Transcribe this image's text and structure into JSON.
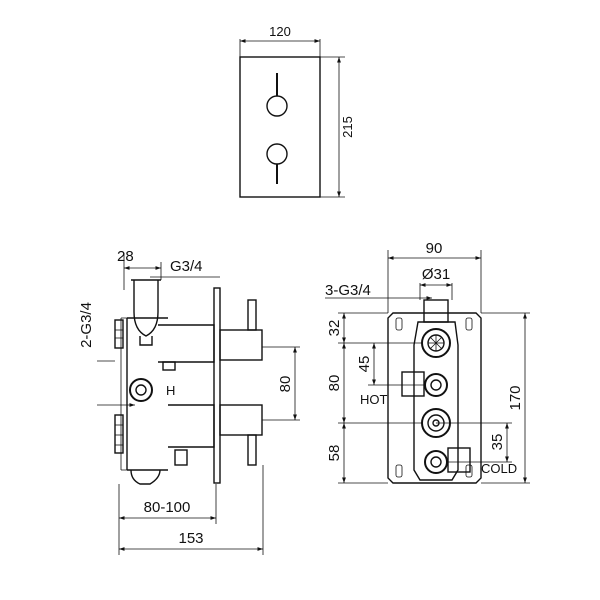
{
  "front_view": {
    "width_label": "120",
    "height_label": "215"
  },
  "side_view": {
    "depth_top_label": "28",
    "thread_top_label": "G3/4",
    "thread_side_label": "2-G3/4",
    "spacing_label": "80",
    "adjust_label": "80-100",
    "total_label": "153",
    "h_mark": "H"
  },
  "rear_view": {
    "width_label": "90",
    "diameter_label": "Ø31",
    "thread_label": "3-G3/4",
    "dim_32": "32",
    "dim_45": "45",
    "dim_80": "80",
    "dim_170": "170",
    "dim_58": "58",
    "dim_35": "35",
    "hot_label": "HOT",
    "cold_label": "COLD"
  }
}
